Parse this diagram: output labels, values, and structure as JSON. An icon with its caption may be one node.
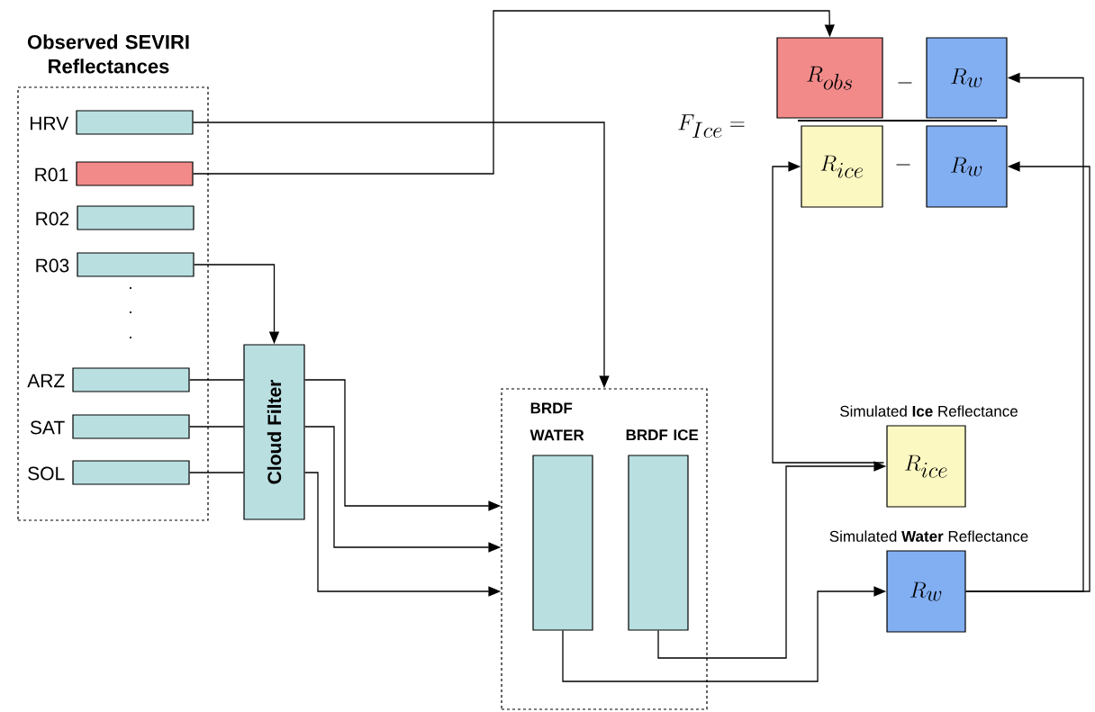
{
  "diagram": {
    "nodes": [
      {
        "text": [
          "Observed SEVIRI Reflectances"
        ]
      },
      {
        "text": [
          "HRV"
        ],
        "in": 0
      },
      {
        "text": [
          "R01"
        ],
        "in": 0
      },
      {
        "text": [
          "R02"
        ],
        "in": 0
      },
      {
        "text": [
          "R03"
        ],
        "in": 0
      },
      {
        "text": [
          "ARZ"
        ],
        "in": 0
      },
      {
        "text": [
          "SAT"
        ],
        "in": 0
      },
      {
        "text": [
          "SOL"
        ],
        "in": 0
      },
      {
        "text": [
          "Cloud Filter"
        ]
      },
      {
        "text": [],
        "shape": "box"
      },
      {
        "text": [
          "BRDF WATER"
        ],
        "in": 9
      },
      {
        "text": [
          "BRDF ICE"
        ],
        "in": 9
      },
      {
        "text": [
          "Simulated **Ice** Reflectance",
          "R_{ice}"
        ]
      },
      {
        "text": [
          "Simulated **Water** Reflectance",
          "R_{w}"
        ]
      },
      {
        "text": [
          "R_{obs}"
        ]
      },
      {
        "text": [
          "R_{w}"
        ]
      },
      {
        "text": [
          "R_{ice}"
        ]
      },
      {
        "text": [
          "R_{w}"
        ]
      }
    ],
    "edges": [
      {
        "from": 2,
        "to": 14,
        "arrow": "to"
      },
      {
        "from": 1,
        "to": 9,
        "arrow": "to"
      },
      {
        "from": 4,
        "to": 8,
        "arrow": "to"
      },
      {
        "from": 5,
        "to": 8,
        "arrow": "none"
      },
      {
        "from": 6,
        "to": 8,
        "arrow": "none"
      },
      {
        "from": 7,
        "to": 8,
        "arrow": "none"
      },
      {
        "from": 8,
        "to": 9,
        "arrow": "to"
      },
      {
        "from": 8,
        "to": 9,
        "arrow": "to"
      },
      {
        "from": 8,
        "to": 9,
        "arrow": "to"
      },
      {
        "from": 10,
        "to": 13,
        "arrow": "to"
      },
      {
        "from": 11,
        "to": 12,
        "arrow": "to"
      },
      {
        "from": 12,
        "to": 16,
        "arrow": "to"
      },
      {
        "from": 13,
        "to": 15,
        "arrow": "to"
      },
      {
        "from": 13,
        "to": 17,
        "arrow": "to"
      }
    ],
    "labels": [
      ".",
      ".",
      ".",
      "F_{Ice} =",
      "-",
      "-"
    ]
  }
}
